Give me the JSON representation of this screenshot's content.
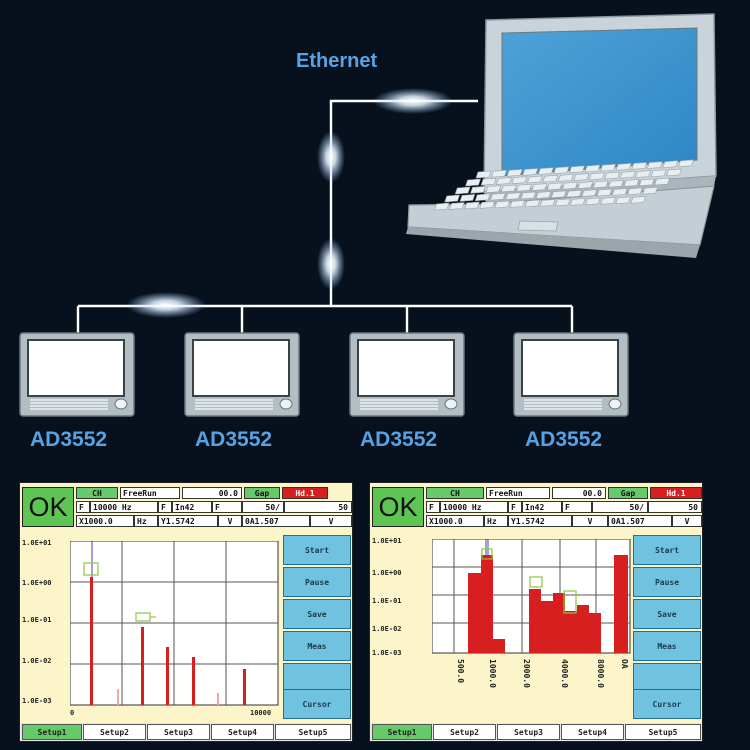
{
  "network": {
    "label": "Ethernet",
    "devices": [
      "AD3552",
      "AD3552",
      "AD3552",
      "AD3552"
    ]
  },
  "colors": {
    "background": "#07111d",
    "label_blue": "#58a2e3",
    "ok_green": "#5ec552",
    "button_blue": "#6fc2e0",
    "bar_red": "#d81f1f"
  },
  "screens": [
    {
      "status": "OK",
      "row1": [
        "CH",
        "FreeRun",
        "00.0",
        "Gap",
        "Hd.1"
      ],
      "row2": [
        "F",
        "10000 Hz",
        "F",
        "In42",
        "F",
        "50/",
        "50"
      ],
      "row3": [
        "X1000.0",
        "Hz",
        "Y1.5742",
        "V",
        "0A1.507",
        "V"
      ],
      "buttons": [
        "Start",
        "Pause",
        "Save",
        "Meas",
        "",
        "Cursor"
      ],
      "tabs": [
        "Setup1",
        "Setup2",
        "Setup3",
        "Setup4",
        "Setup5"
      ],
      "y_ticks": [
        "1.0E+01",
        "1.0E+00",
        "1.0E-01",
        "1.0E-02",
        "1.0E-03"
      ],
      "x_ticks": [
        "0",
        "10000"
      ]
    },
    {
      "status": "OK",
      "row1": [
        "CH",
        "FreeRun",
        "00.0",
        "Gap",
        "Hd.1"
      ],
      "row2": [
        "F",
        "10000 Hz",
        "F",
        "In42",
        "F",
        "50/",
        "50"
      ],
      "row3": [
        "X1000.0",
        "Hz",
        "Y1.5742",
        "V",
        "0A1.507",
        "V"
      ],
      "buttons": [
        "Start",
        "Pause",
        "Save",
        "Meas",
        "",
        "Cursor"
      ],
      "tabs": [
        "Setup1",
        "Setup2",
        "Setup3",
        "Setup4",
        "Setup5"
      ],
      "y_ticks": [
        "1.0E+01",
        "1.0E+00",
        "1.0E-01",
        "1.0E-02",
        "1.0E-03"
      ],
      "x_ticks": [
        "500.0",
        "1000.0",
        "2000.0",
        "4000.0",
        "8000.0",
        "OA"
      ]
    }
  ]
}
